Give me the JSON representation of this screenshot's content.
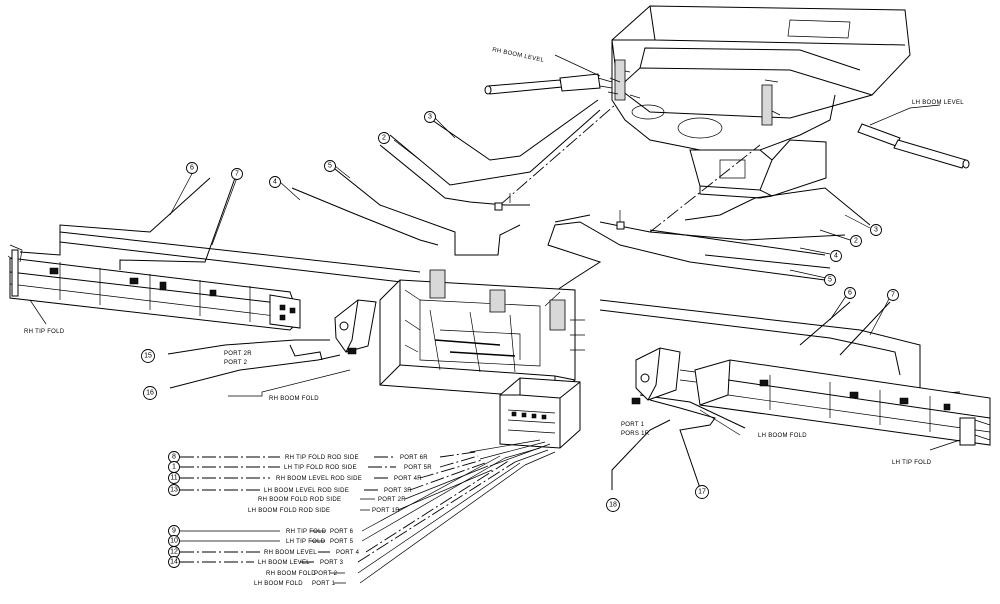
{
  "labels": {
    "rh_boom_level_top": "RH BOOM LEVEL",
    "lh_boom_level_top": "LH BOOM LEVEL",
    "rh_tip_fold": "RH TIP FOLD",
    "lh_tip_fold": "LH TIP FOLD",
    "rh_boom_fold": "RH BOOM FOLD",
    "lh_boom_fold": "LH BOOM FOLD",
    "port_2r": "PORT 2R",
    "port_2": "PORT 2",
    "port_1": "PORT 1",
    "port_1r": "PORS 1R"
  },
  "callouts": {
    "c2a": "2",
    "c3a": "3",
    "c5a": "5",
    "c4a": "4",
    "c6a": "6",
    "c7a": "7",
    "c3b": "3",
    "c2b": "2",
    "c4b": "4",
    "c5b": "5",
    "c6b": "6",
    "c7b": "7",
    "c15": "15",
    "c16": "16",
    "c17": "17",
    "c18": "18"
  },
  "hose_list": [
    {
      "num": "8",
      "label": "RH TIP FOLD ROD SIDE",
      "port": "PORT 6R"
    },
    {
      "num": "1",
      "label": "LH TIP FOLD ROD SIDE",
      "port": "PORT 5R"
    },
    {
      "num": "11",
      "label": "RH BOOM LEVEL ROD SIDE",
      "port": "PORT 4R"
    },
    {
      "num": "13",
      "label": "LH BOOM LEVEL ROD SIDE",
      "port": "PORT 3R"
    },
    {
      "num": "",
      "label": "RH BOOM FOLD ROD SIDE",
      "port": "PORT 2R"
    },
    {
      "num": "",
      "label": "LH BOOM FOLD ROD SIDE",
      "port": "PORT 1R"
    },
    {
      "num": "9",
      "label": "RH TIP FOLD",
      "port": "PORT 6"
    },
    {
      "num": "10",
      "label": "LH TIP FOLD",
      "port": "PORT 5"
    },
    {
      "num": "12",
      "label": "RH BOOM LEVEL",
      "port": "PORT 4"
    },
    {
      "num": "14",
      "label": "LH BOOM LEVEL",
      "port": "PORT 3"
    },
    {
      "num": "",
      "label": "RH BOOM FOLD",
      "port": "PORT 2"
    },
    {
      "num": "",
      "label": "LH BOOM FOLD",
      "port": "PORT 1"
    }
  ]
}
